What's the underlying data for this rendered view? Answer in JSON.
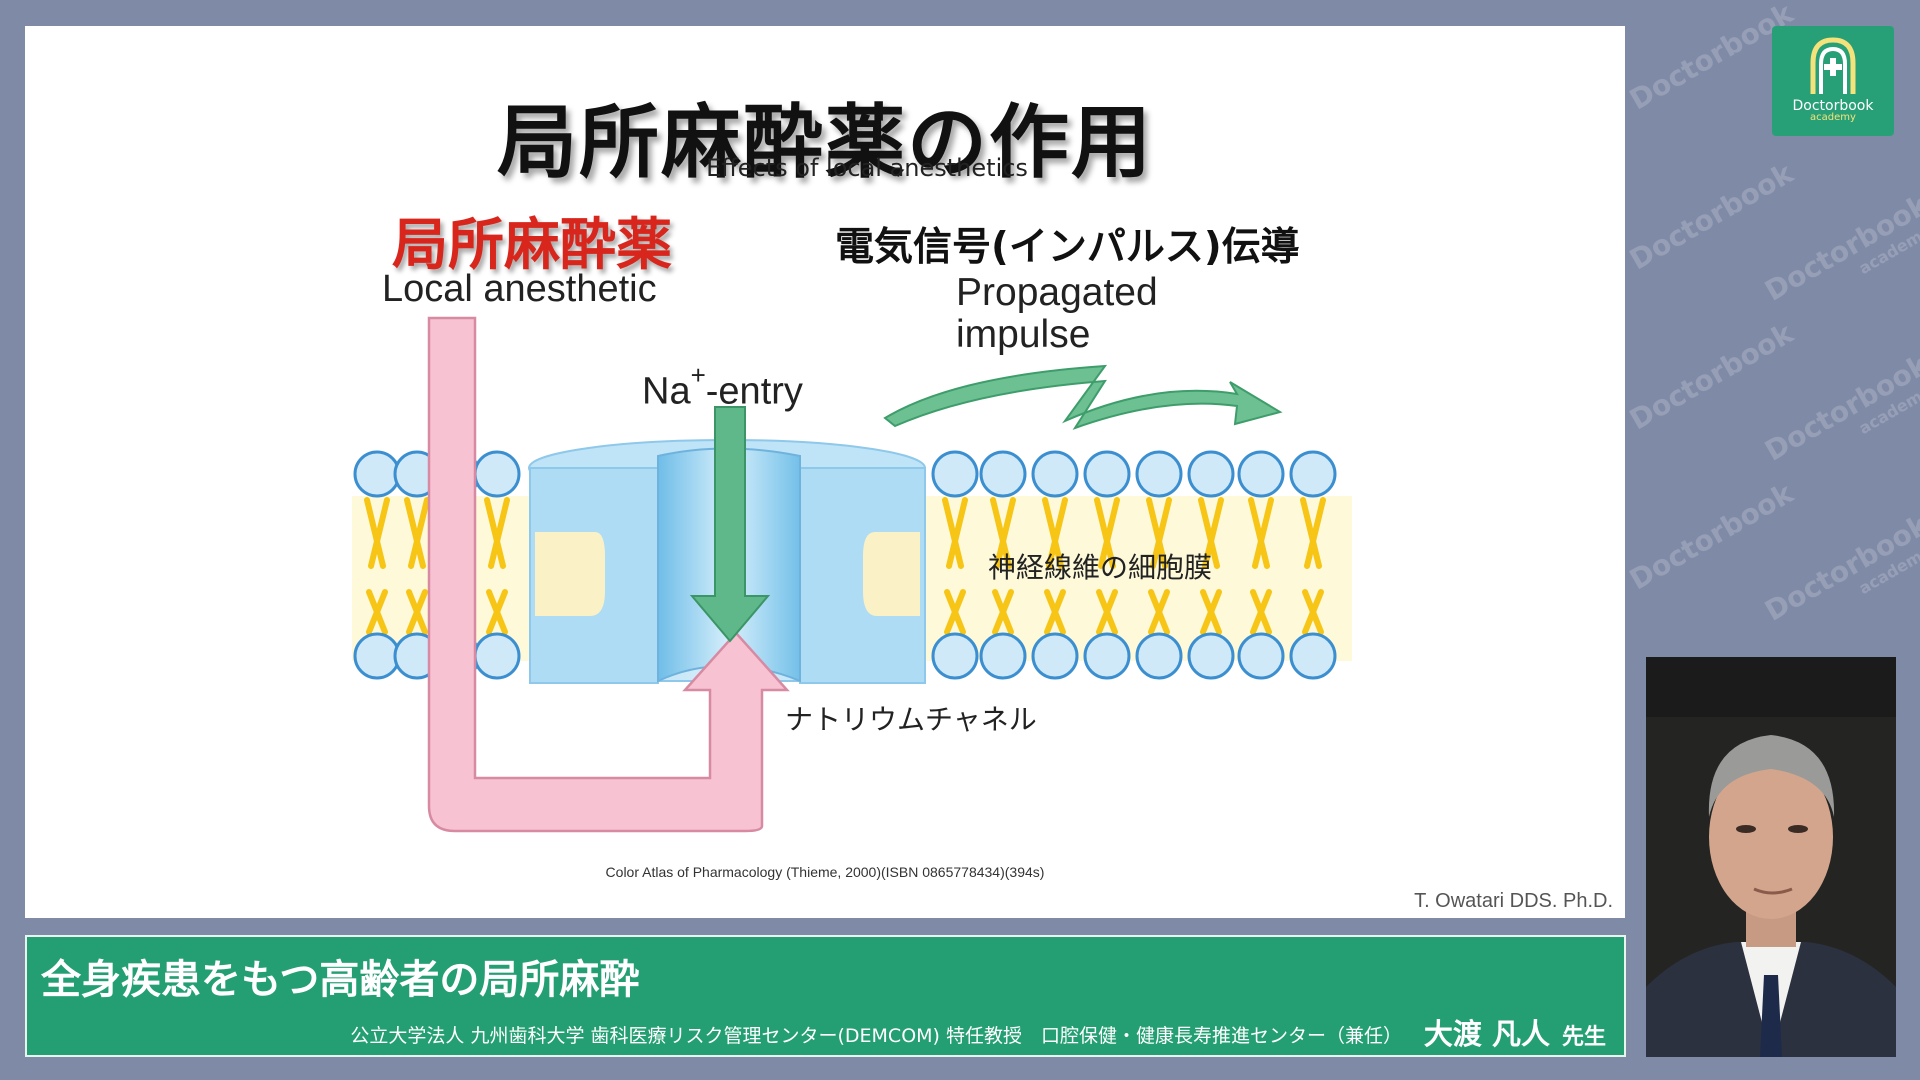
{
  "watermark": {
    "brand": "Doctorbook",
    "sub": "academy"
  },
  "logo": {
    "name": "Doctorbook",
    "sub": "academy"
  },
  "slide": {
    "title": "局所麻酔薬の作用",
    "subtitle": "Effects of local anesthetics",
    "local_anesthetic_jp": "局所麻酔薬",
    "local_anesthetic_en": "Local anesthetic",
    "impulse_jp": "電気信号(インパルス)伝導",
    "impulse_en_line1": "Propagated",
    "impulse_en_line2": "impulse",
    "na_entry_prefix": "Na",
    "na_entry_sup": "+",
    "na_entry_suffix": "-entry",
    "membrane_label": "神経線維の細胞膜",
    "channel_label": "ナトリウムチャネル",
    "citation": "Color Atlas of Pharmacology (Thieme, 2000)(ISBN 0865778434)(394s)",
    "author": "T. Owatari DDS. Ph.D."
  },
  "banner": {
    "title": "全身疾患をもつ高齢者の局所麻酔",
    "affiliation": "公立大学法人 九州歯科大学 歯科医療リスク管理センター(DEMCOM) 特任教授　口腔保健・健康長寿推進センター（兼任）",
    "name": "大渡 凡人",
    "honorific": "先生"
  },
  "colors": {
    "background": "#7f8aa6",
    "accent_green": "#239f73",
    "logo_green": "#27a078",
    "title_red": "#d8261c",
    "arrow_pink": "#f7c3d2",
    "arrow_green": "#5fb88a",
    "channel_blue": "#bfe3f7",
    "lipid_yellow": "#f6c516"
  }
}
